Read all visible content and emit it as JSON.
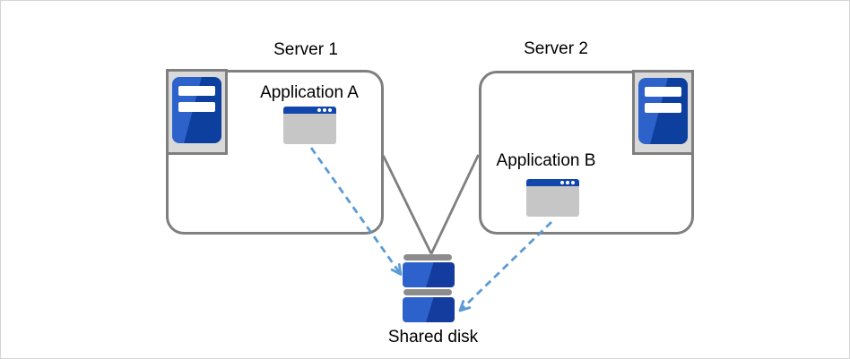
{
  "nodes": {
    "server1": {
      "label": "Server 1",
      "app": {
        "label": "Application A"
      }
    },
    "server2": {
      "label": "Server 2",
      "app": {
        "label": "Application B"
      }
    },
    "shared_disk": {
      "label": "Shared disk"
    }
  },
  "connections": [
    {
      "from": "server1",
      "to": "shared_disk",
      "style": "solid-gray-line"
    },
    {
      "from": "server2",
      "to": "shared_disk",
      "style": "solid-gray-line"
    },
    {
      "from": "application_a",
      "to": "shared_disk",
      "style": "dashed-blue-arrow"
    },
    {
      "from": "application_b",
      "to": "shared_disk",
      "style": "dashed-blue-arrow"
    }
  ],
  "icons": {
    "server1": "server-tower-icon",
    "server2": "server-tower-icon",
    "application_a": "app-window-icon",
    "application_b": "app-window-icon",
    "shared_disk": "shared-disk-icon"
  },
  "colors": {
    "canvas_border": "#d4d4d4",
    "box_border": "#7f7f7f",
    "icon_frame_fill": "#d9d9d9",
    "tower_blue_light": "#2d62ca",
    "tower_blue_dark": "#0d3f9e",
    "window_titlebar_blue": "#1147ad",
    "window_body_gray": "#c6c6c6",
    "disk_blue_light": "#2d62cc",
    "disk_blue_dark": "#143c9e",
    "disk_cap_gray": "#8c8c8c",
    "connector_gray": "#7f7f7f",
    "arrow_blue": "#5b9bd5",
    "text": "#000000"
  }
}
